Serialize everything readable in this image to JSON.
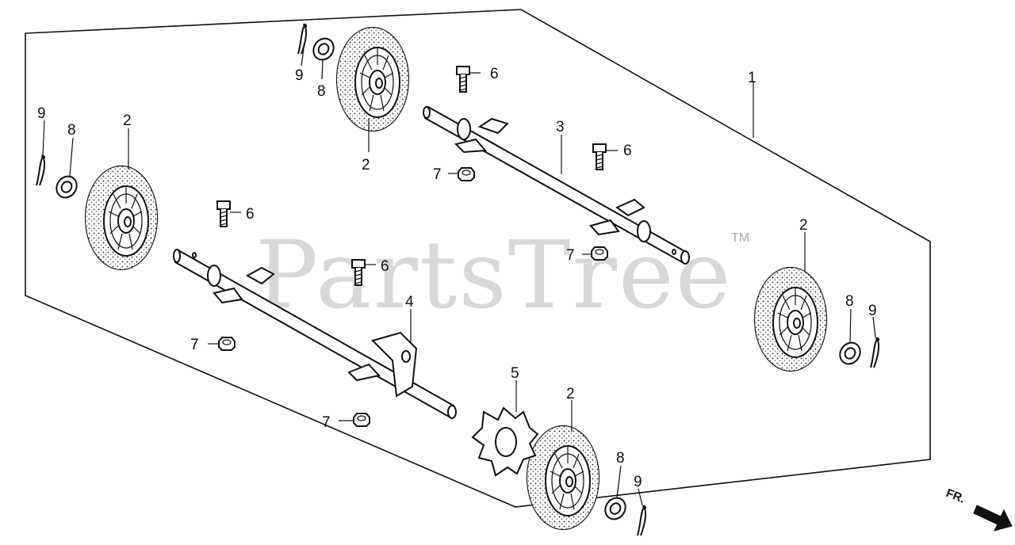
{
  "watermark": {
    "text": "PartsTree",
    "trademark": "TM"
  },
  "direction_label": "FR.",
  "callouts": {
    "c1": "1",
    "c2a": "2",
    "c2b": "2",
    "c2c": "2",
    "c2d": "2",
    "c3": "3",
    "c4": "4",
    "c5": "5",
    "c6a": "6",
    "c6b": "6",
    "c6c": "6",
    "c6d": "6",
    "c7a": "7",
    "c7b": "7",
    "c7c": "7",
    "c7d": "7",
    "c8a": "8",
    "c8b": "8",
    "c8c": "8",
    "c8d": "8",
    "c9a": "9",
    "c9b": "9",
    "c9c": "9",
    "c9d": "9"
  }
}
